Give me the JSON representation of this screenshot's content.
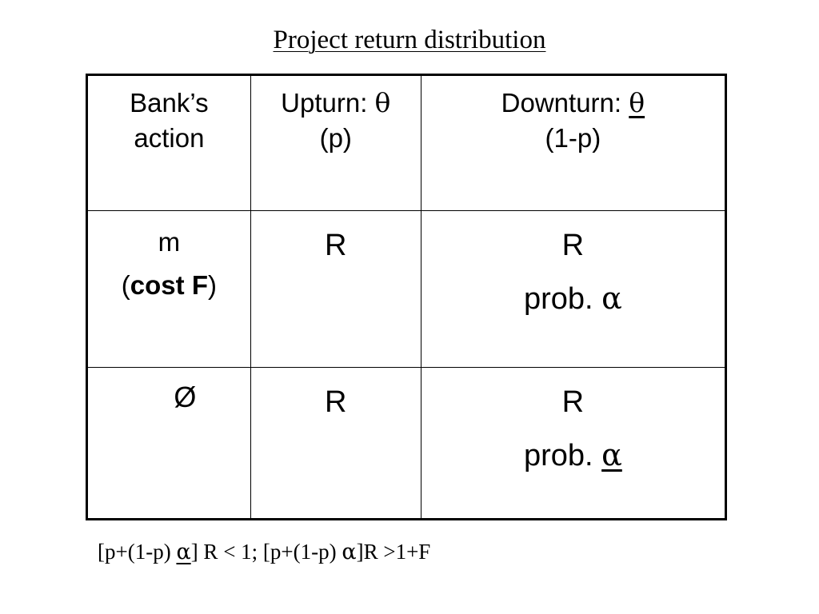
{
  "slide": {
    "title": "Project return distribution"
  },
  "table": {
    "header": {
      "action_line1": "Bank’s",
      "action_line2": "action",
      "upturn_label": "Upturn: ",
      "upturn_symbol": "θ",
      "upturn_prob": "(p)",
      "downturn_label": "Downturn: ",
      "downturn_symbol": "θ",
      "downturn_prob": "(1-p)"
    },
    "rows": [
      {
        "action_line1": "m",
        "action_open": "(",
        "action_bold": "cost F",
        "action_close": ")",
        "upturn": "R",
        "downturn_value": "R",
        "downturn_prob_label": "prob. ",
        "downturn_prob_symbol": "α"
      },
      {
        "action_line1": "Ø",
        "upturn": "R",
        "downturn_value": "R",
        "downturn_prob_label": "prob. ",
        "downturn_prob_symbol": "α"
      }
    ]
  },
  "footnote": {
    "part1": "[p+(1-p) ",
    "alpha1": "α",
    "part2": "]  R < 1; [p+(1-p) ",
    "alpha2": "α",
    "part3": "]R >1+F"
  }
}
